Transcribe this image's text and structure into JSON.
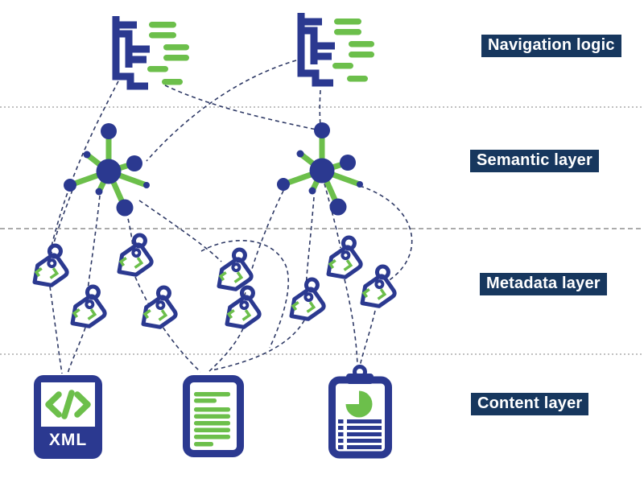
{
  "diagram": {
    "layers": [
      {
        "id": "navigation-logic",
        "label": "Navigation logic"
      },
      {
        "id": "semantic-layer",
        "label": "Semantic layer"
      },
      {
        "id": "metadata-layer",
        "label": "Metadata layer"
      },
      {
        "id": "content-layer",
        "label": "Content layer"
      }
    ],
    "content_icons": {
      "xml_badge_text": "XML"
    },
    "icon_inventory": {
      "navigation_tree_icons": 2,
      "semantic_network_hub_icons": 2,
      "metadata_tag_icons": 9,
      "content_document_icons": [
        "xml-file",
        "text-document",
        "clipboard-report"
      ]
    },
    "colors": {
      "indigo": "#2b3990",
      "green": "#6cbf4b",
      "label_background": "#17375e",
      "label_text": "#ffffff",
      "connector": "#2f3a66",
      "separator": "#9a9a9a",
      "background": "#ffffff"
    }
  }
}
